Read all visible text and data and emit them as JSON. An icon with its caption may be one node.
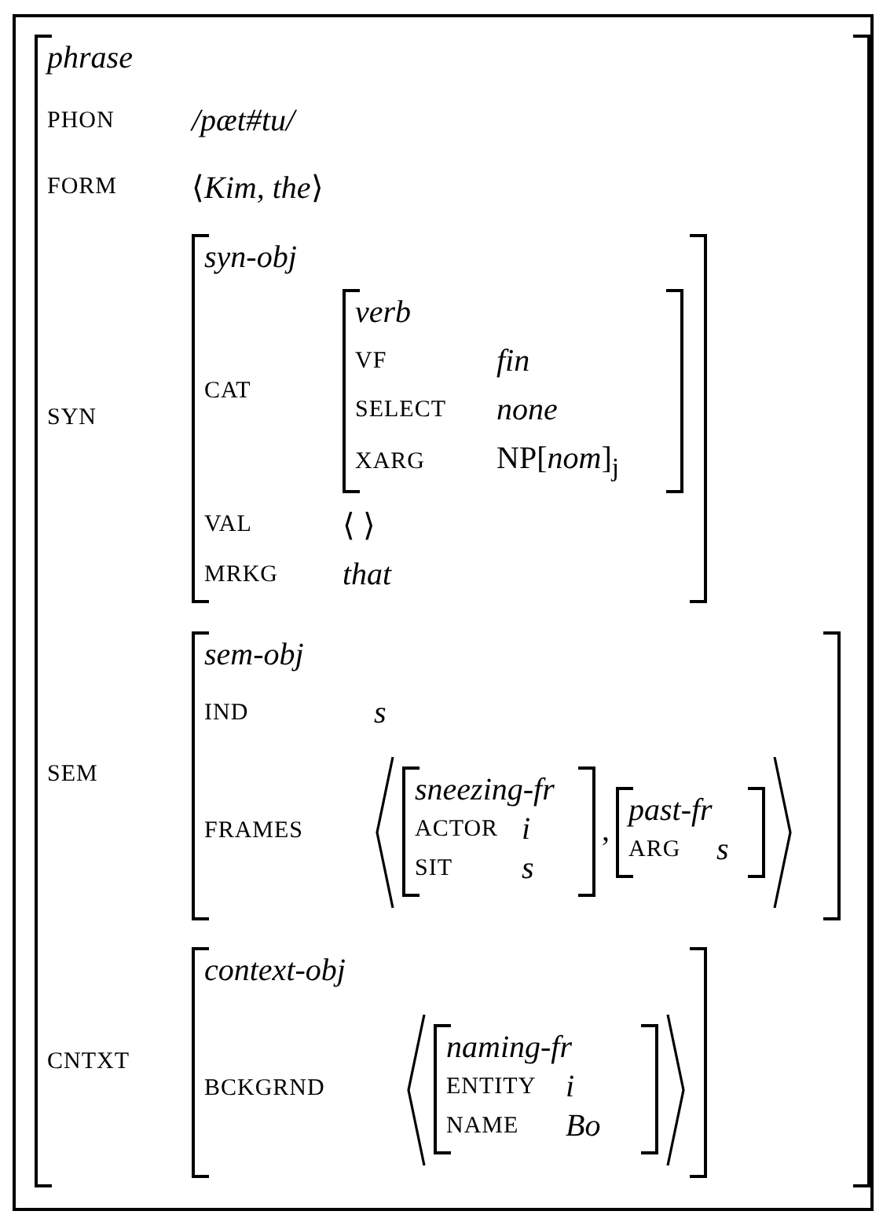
{
  "diagram": {
    "nodes": [
      {
        "text": [
          "phrase",
          "PHON",
          "/pæt#tu/",
          "FORM",
          "⟨*Kim, the*⟩",
          "SYN",
          "SEM",
          "CNTXT"
        ]
      },
      {
        "text": [
          "syn-obj",
          "CAT",
          "VAL",
          "⟨ ⟩",
          "MRKG",
          "that"
        ],
        "in": 0
      },
      {
        "text": [
          "verb",
          "VF",
          "fin",
          "SELECT",
          "none",
          "XARG",
          "NP[*nom*]$_{j}$"
        ],
        "in": 1
      },
      {
        "text": [
          "sem-obj",
          "IND",
          "s",
          "FRAMES",
          ","
        ],
        "in": 0
      },
      {
        "text": [
          "sneezing-fr",
          "ACTOR",
          "i",
          "SIT",
          "s"
        ],
        "in": 3
      },
      {
        "text": [
          "past-fr",
          "ARG",
          "s"
        ],
        "in": 3
      },
      {
        "text": [
          "context-obj",
          "BCKGRND"
        ],
        "in": 0
      },
      {
        "text": [
          "naming-fr",
          "ENTITY",
          "i",
          "NAME",
          "Bo"
        ],
        "in": 6
      }
    ]
  }
}
